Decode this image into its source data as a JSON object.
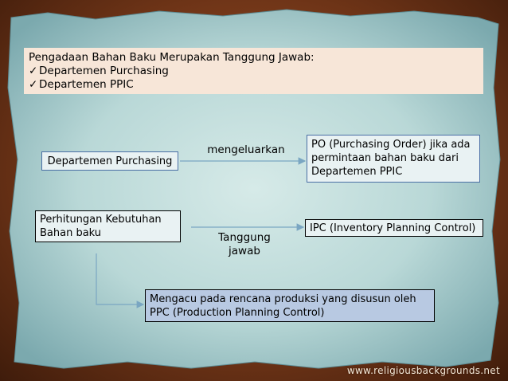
{
  "header": {
    "title": "Pengadaan Bahan Baku Merupakan Tanggung Jawab:",
    "items": [
      "Departemen Purchasing",
      "Departemen PPIC"
    ]
  },
  "nodes": {
    "purchasing": "Departemen Purchasing",
    "po": "PO (Purchasing Order) jika ada permintaan bahan baku dari Departemen PPIC",
    "perhitungan": "Perhitungan Kebutuhan Bahan baku",
    "ipc": "IPC (Inventory Planning Control)",
    "mengacu": "Mengacu pada rencana produksi yang disusun oleh PPC (Production Planning Control)"
  },
  "edges": {
    "mengeluarkan": "mengeluarkan",
    "tanggung_jawab": "Tanggung jawab"
  },
  "watermark": "www.religiousbackgrounds.net",
  "colors": {
    "frame": "#7a3c1c",
    "parchment": "#c9e0df",
    "header_bg": "#f7e6d8",
    "node_border_blue": "#4a6fa5",
    "node_fill": "#e9f2f3",
    "highlight_fill": "#b8c9e2",
    "arrow": "#7aa6c2"
  }
}
